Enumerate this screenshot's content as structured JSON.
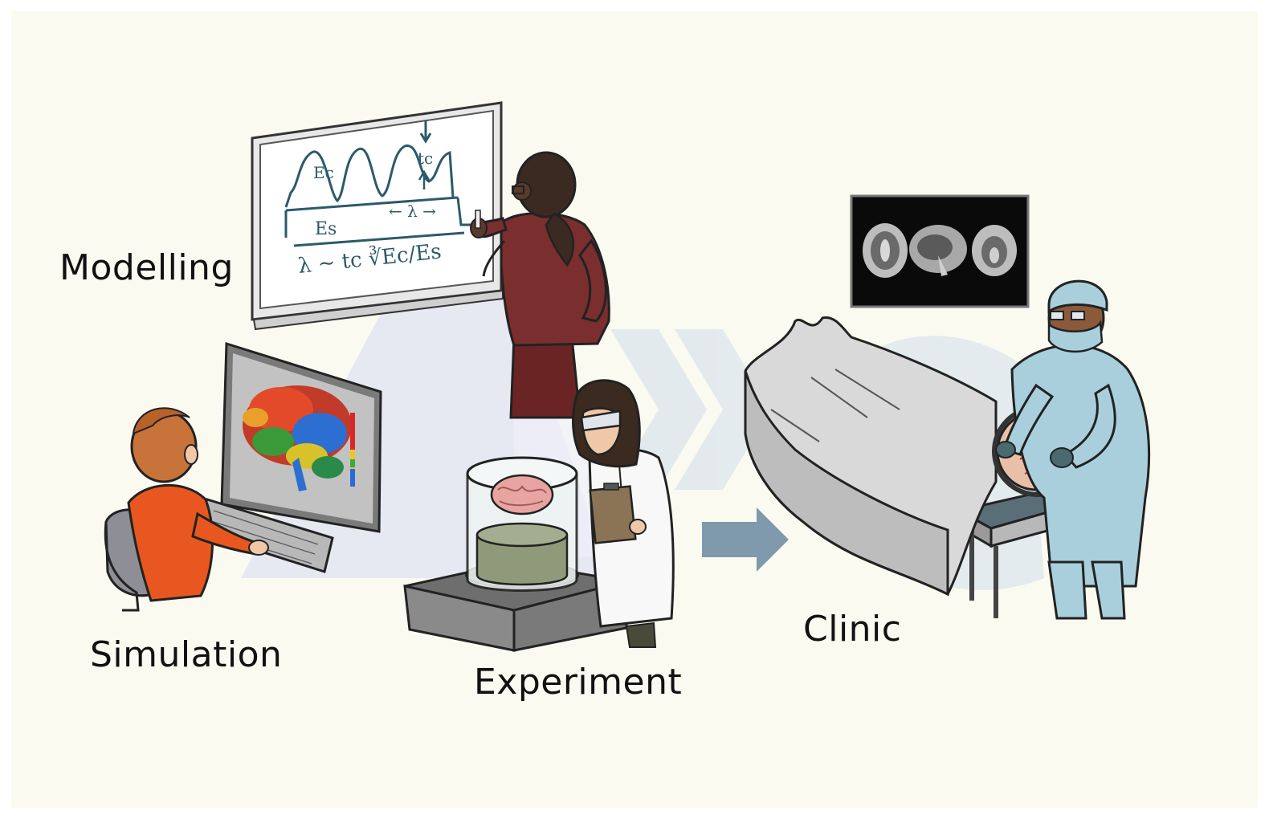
{
  "labels": {
    "modelling": "Modelling",
    "simulation": "Simulation",
    "experiment": "Experiment",
    "clinic": "Clinic"
  },
  "whiteboard": {
    "ec": "Ec",
    "tc": "tc",
    "es": "Es",
    "lambda_arrow": "← λ →",
    "formula": "λ ~ tc ∛Ec/Es"
  },
  "colors": {
    "background": "#fbfaf0",
    "frame": "#ffffff",
    "arrow": "#7f9aac",
    "chevrons": "#dfe8ee",
    "scrubs": "#a9cfdc",
    "sweater": "#e8571f",
    "jacket": "#7a2e2e",
    "chalk": "#2c5a6a"
  },
  "icons": {
    "whiteboard": "whiteboard-icon",
    "monitor": "monitor-icon",
    "brain_jar": "brain-jar-icon",
    "mri": "mri-scan-icon",
    "bed": "hospital-bed-icon",
    "flow": "arrow-right-icon"
  }
}
